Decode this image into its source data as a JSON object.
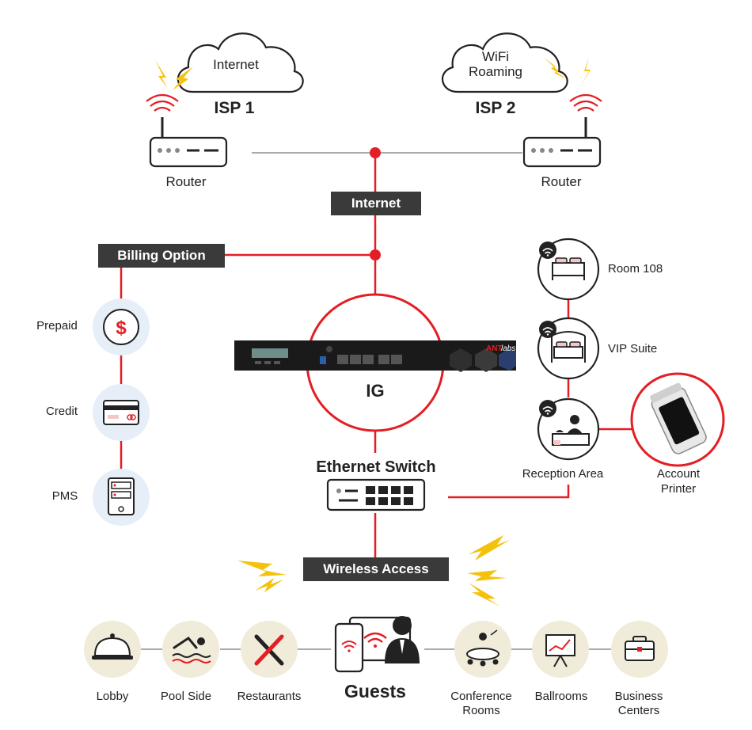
{
  "clouds": {
    "left_text": "Internet",
    "right_line1": "WiFi",
    "right_line2": "Roaming"
  },
  "isp": {
    "one": "ISP 1",
    "two": "ISP 2"
  },
  "routers": {
    "left": "Router",
    "right": "Router"
  },
  "tags": {
    "internet": "Internet",
    "billing": "Billing Option",
    "wireless": "Wireless Access"
  },
  "gateway": {
    "label": "IG",
    "brand": "ANT labs"
  },
  "switch": {
    "title": "Ethernet Switch"
  },
  "billing_options": [
    {
      "label": "Prepaid",
      "icon": "dollar-icon"
    },
    {
      "label": "Credit",
      "icon": "credit-card-icon"
    },
    {
      "label": "PMS",
      "icon": "server-icon"
    }
  ],
  "rooms": [
    {
      "label": "Room 108",
      "icon": "bed-icon"
    },
    {
      "label": "VIP Suite",
      "icon": "canopy-bed-icon"
    },
    {
      "label": "Reception Area",
      "icon": "reception-desk-icon"
    }
  ],
  "printer": {
    "line1": "Account",
    "line2": "Printer"
  },
  "guests": {
    "label": "Guests"
  },
  "venues": [
    {
      "label": "Lobby",
      "icon": "cloche-icon"
    },
    {
      "label": "Pool Side",
      "icon": "swimmer-icon"
    },
    {
      "label": "Restaurants",
      "icon": "utensils-icon"
    },
    {
      "label": "Conference\nRooms",
      "line1": "Conference",
      "line2": "Rooms",
      "icon": "conference-icon"
    },
    {
      "label": "Ballrooms",
      "line1": "Ballrooms",
      "icon": "presentation-icon"
    },
    {
      "label": "Business\nCenters",
      "line1": "Business",
      "line2": "Centers",
      "icon": "briefcase-icon"
    }
  ],
  "colors": {
    "accent": "#e31e24",
    "line_gray": "#aaaaaa",
    "tag_bg": "#3a3a3a",
    "billing_bg": "#e6eef7",
    "venue_bg": "#f1ecd9",
    "bolt": "#f4c20d"
  }
}
